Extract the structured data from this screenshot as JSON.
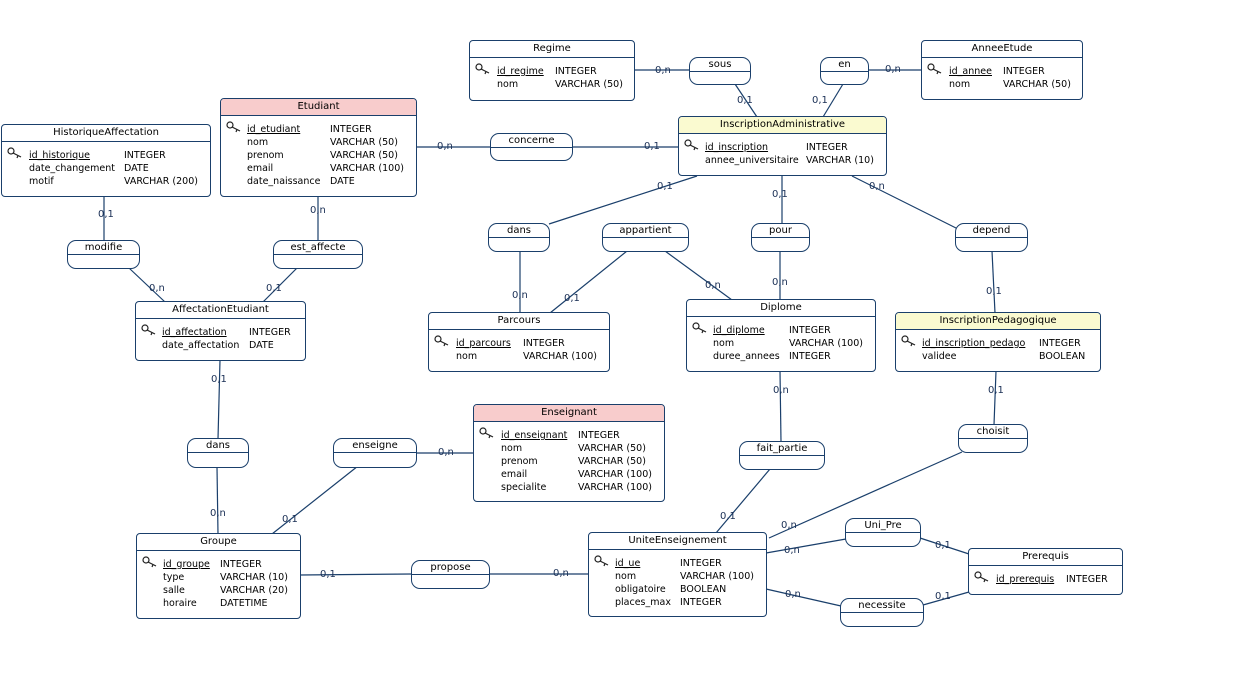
{
  "entities": {
    "regime": {
      "name": "Regime",
      "attrs": [
        {
          "name": "id_regime",
          "type": "INTEGER"
        },
        {
          "name": "nom",
          "type": "VARCHAR (50)"
        }
      ]
    },
    "annee_etude": {
      "name": "AnneeEtude",
      "attrs": [
        {
          "name": "id_annee",
          "type": "INTEGER"
        },
        {
          "name": "nom",
          "type": "VARCHAR (50)"
        }
      ]
    },
    "historique": {
      "name": "HistoriqueAffectation",
      "attrs": [
        {
          "name": "id_historique",
          "type": "INTEGER"
        },
        {
          "name": "date_changement",
          "type": "DATE"
        },
        {
          "name": "motif",
          "type": "VARCHAR (200)"
        }
      ]
    },
    "etudiant": {
      "name": "Etudiant",
      "attrs": [
        {
          "name": "id_etudiant",
          "type": "INTEGER"
        },
        {
          "name": "nom",
          "type": "VARCHAR (50)"
        },
        {
          "name": "prenom",
          "type": "VARCHAR (50)"
        },
        {
          "name": "email",
          "type": "VARCHAR (100)"
        },
        {
          "name": "date_naissance",
          "type": "DATE"
        }
      ]
    },
    "inscription_admin": {
      "name": "InscriptionAdministrative",
      "attrs": [
        {
          "name": "id_inscription",
          "type": "INTEGER"
        },
        {
          "name": "annee_universitaire",
          "type": "VARCHAR (10)"
        }
      ]
    },
    "affectation": {
      "name": "AffectationEtudiant",
      "attrs": [
        {
          "name": "id_affectation",
          "type": "INTEGER"
        },
        {
          "name": "date_affectation",
          "type": "DATE"
        }
      ]
    },
    "parcours": {
      "name": "Parcours",
      "attrs": [
        {
          "name": "id_parcours",
          "type": "INTEGER"
        },
        {
          "name": "nom",
          "type": "VARCHAR (100)"
        }
      ]
    },
    "diplome": {
      "name": "Diplome",
      "attrs": [
        {
          "name": "id_diplome",
          "type": "INTEGER"
        },
        {
          "name": "nom",
          "type": "VARCHAR (100)"
        },
        {
          "name": "duree_annees",
          "type": "INTEGER"
        }
      ]
    },
    "inscription_peda": {
      "name": "InscriptionPedagogique",
      "attrs": [
        {
          "name": "id_inscription_pedago",
          "type": "INTEGER"
        },
        {
          "name": "validee",
          "type": "BOOLEAN"
        }
      ]
    },
    "enseignant": {
      "name": "Enseignant",
      "attrs": [
        {
          "name": "id_enseignant",
          "type": "INTEGER"
        },
        {
          "name": "nom",
          "type": "VARCHAR (50)"
        },
        {
          "name": "prenom",
          "type": "VARCHAR (50)"
        },
        {
          "name": "email",
          "type": "VARCHAR (100)"
        },
        {
          "name": "specialite",
          "type": "VARCHAR (100)"
        }
      ]
    },
    "groupe": {
      "name": "Groupe",
      "attrs": [
        {
          "name": "id_groupe",
          "type": "INTEGER"
        },
        {
          "name": "type",
          "type": "VARCHAR (10)"
        },
        {
          "name": "salle",
          "type": "VARCHAR (20)"
        },
        {
          "name": "horaire",
          "type": "DATETIME"
        }
      ]
    },
    "unite": {
      "name": "UniteEnseignement",
      "attrs": [
        {
          "name": "id_ue",
          "type": "INTEGER"
        },
        {
          "name": "nom",
          "type": "VARCHAR (100)"
        },
        {
          "name": "obligatoire",
          "type": "BOOLEAN"
        },
        {
          "name": "places_max",
          "type": "INTEGER"
        }
      ]
    },
    "prerequis": {
      "name": "Prerequis",
      "attrs": [
        {
          "name": "id_prerequis",
          "type": "INTEGER"
        }
      ]
    }
  },
  "associations": {
    "sous": "sous",
    "en": "en",
    "concerne": "concerne",
    "modifie": "modifie",
    "est_affecte": "est_affecte",
    "dans_parcours": "dans",
    "appartient": "appartient",
    "pour": "pour",
    "depend": "depend",
    "dans_groupe": "dans",
    "enseigne": "enseigne",
    "fait_partie": "fait_partie",
    "choisit": "choisit",
    "uni_pre": "Uni_Pre",
    "propose": "propose",
    "necessite": "necessite"
  },
  "cardinalities": {
    "regime_sous": "0,n",
    "sous_ia": "0,1",
    "en_ia": "0,1",
    "annee_en": "0,n",
    "etudiant_concerne": "0,n",
    "concerne_ia": "0,1",
    "historique_modifie": "0,1",
    "modifie_affect": "0,n",
    "etudiant_estaff": "0,n",
    "estaff_affect": "0,1",
    "ia_dans": "0,1",
    "dans_parcours": "0,n",
    "parcours_appartient": "0,1",
    "appartient_diplome": "0,n",
    "ia_pour": "0,1",
    "pour_diplome": "0,n",
    "ia_depend": "0,n",
    "depend_ip": "0,1",
    "affect_dans": "0,1",
    "dans_groupe": "0,n",
    "groupe_enseigne": "0,1",
    "enseigne_enseignant": "0,n",
    "diplome_faitpartie": "0,n",
    "faitpartie_ue": "0,1",
    "ip_choisit": "0,1",
    "choisit_ue": "0,n",
    "groupe_propose": "0,1",
    "propose_ue": "0,n",
    "ue_unipre": "0,n",
    "unipre_prereq": "0,1",
    "ue_necessite": "0,n",
    "necessite_prereq": "0,1"
  }
}
